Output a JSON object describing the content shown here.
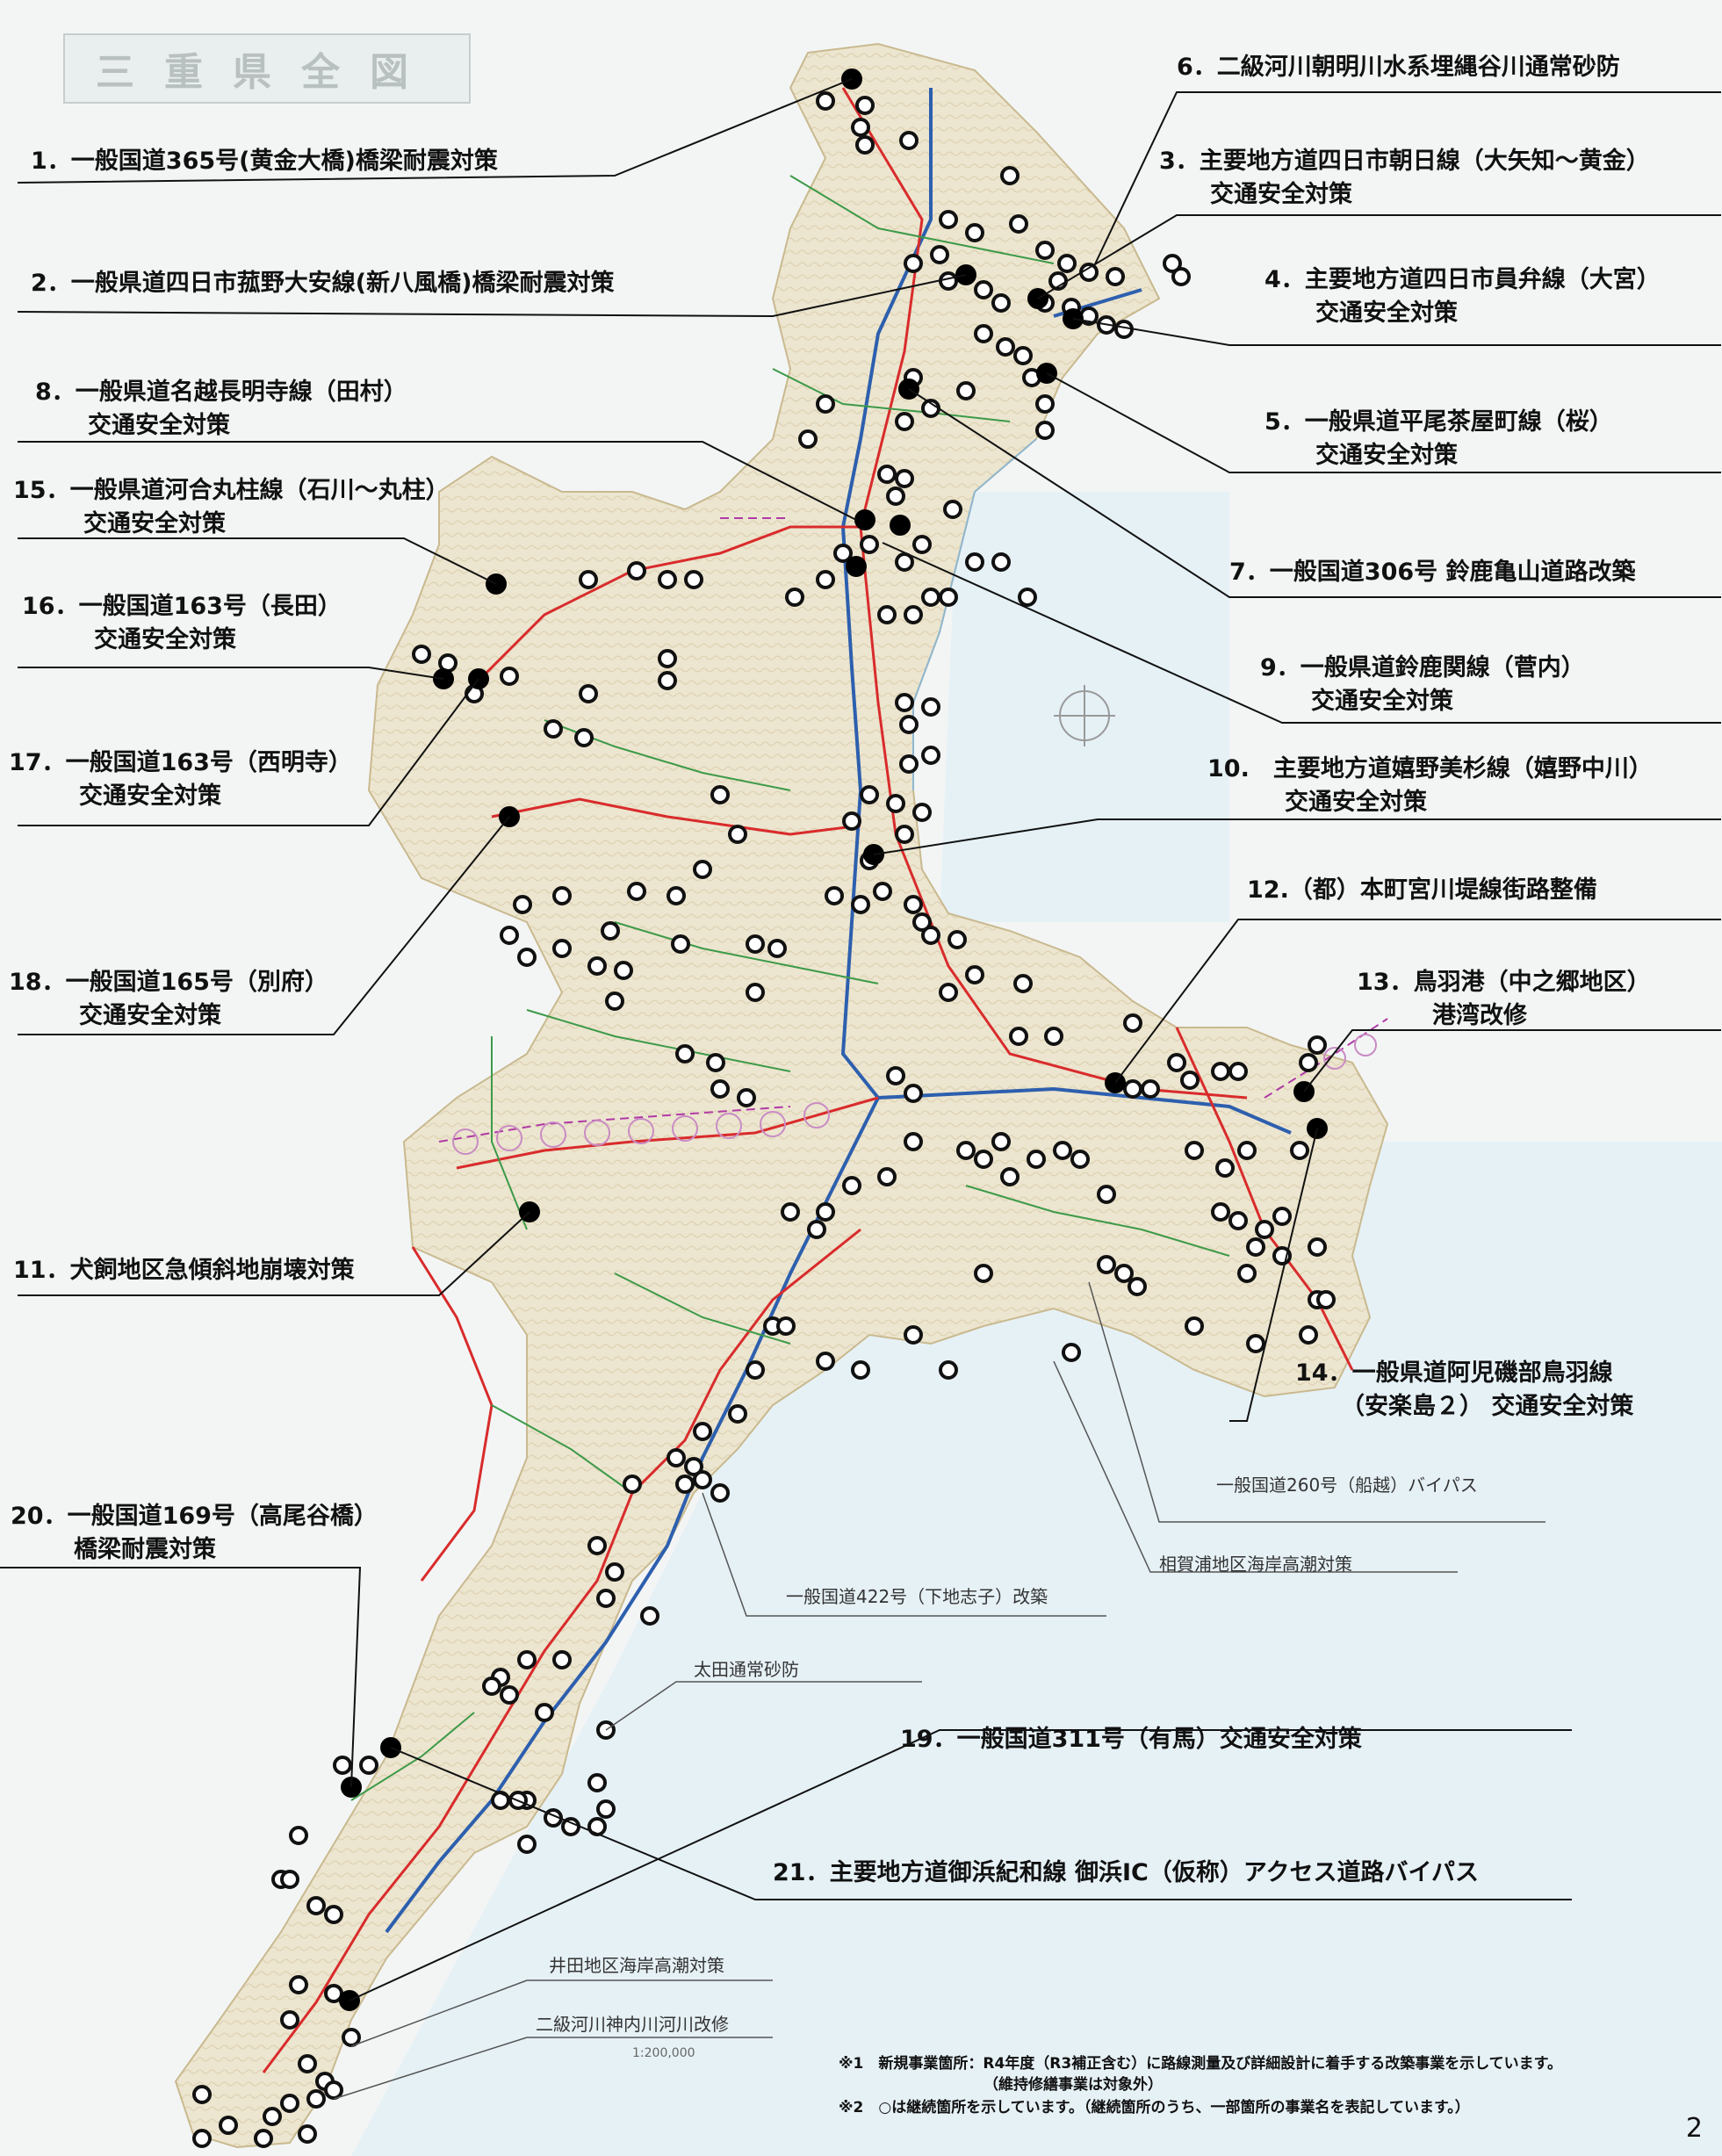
{
  "map_title": "三重県全図",
  "scale": "1:200,000",
  "page_number": "2",
  "colors": {
    "land": "#ece5cf",
    "sea": "#e6f1f6",
    "national_route": "#d92b2b",
    "prefectural_route": "#3c9a48",
    "expressway": "#2d5fae",
    "planned_road": "#b03aa6",
    "new_project_marker": "#000000",
    "continuing_project_marker": "#ffffff"
  },
  "labels": {
    "l1": {
      "line1": "1．一般国道365号(黄金大橋)橋梁耐震対策",
      "line2": ""
    },
    "l2": {
      "line1": "2．一般県道四日市菰野大安線(新八風橋)橋梁耐震対策",
      "line2": ""
    },
    "l3": {
      "line1": "3．主要地方道四日市朝日線（大矢知～黄金）",
      "line2": "交通安全対策"
    },
    "l4": {
      "line1": "4．主要地方道四日市員弁線（大宮）",
      "line2": "交通安全対策"
    },
    "l5": {
      "line1": "5．一般県道平尾茶屋町線（桜）",
      "line2": "交通安全対策"
    },
    "l6": {
      "line1": "6．二級河川朝明川水系埋縄谷川通常砂防",
      "line2": ""
    },
    "l7": {
      "line1": "7．一般国道306号 鈴鹿亀山道路改築",
      "line2": ""
    },
    "l8": {
      "line1": "8．一般県道名越長明寺線（田村）",
      "line2": "交通安全対策"
    },
    "l9": {
      "line1": "9．一般県道鈴鹿関線（菅内）",
      "line2": "交通安全対策"
    },
    "l10": {
      "line1": "10.　主要地方道嬉野美杉線（嬉野中川）",
      "line2": "交通安全対策"
    },
    "l11": {
      "line1": "11．犬飼地区急傾斜地崩壊対策",
      "line2": ""
    },
    "l12": {
      "line1": "12.（都）本町宮川堤線街路整備",
      "line2": ""
    },
    "l13": {
      "line1": "13．鳥羽港（中之郷地区）",
      "line2": "港湾改修"
    },
    "l14": {
      "line1": "14．一般県道阿児磯部鳥羽線",
      "line2": "（安楽島２） 交通安全対策"
    },
    "l15": {
      "line1": "15．一般県道河合丸柱線（石川～丸柱）",
      "line2": "交通安全対策"
    },
    "l16": {
      "line1": "16．一般国道163号（長田）",
      "line2": "交通安全対策"
    },
    "l17": {
      "line1": "17．一般国道163号（西明寺）",
      "line2": "交通安全対策"
    },
    "l18": {
      "line1": "18．一般国道165号（別府）",
      "line2": "交通安全対策"
    },
    "l19": {
      "line1": "19．一般国道311号（有馬）交通安全対策",
      "line2": ""
    },
    "l20": {
      "line1": "20．一般国道169号（高尾谷橋）",
      "line2": "橋梁耐震対策"
    },
    "l21": {
      "line1": "21．主要地方道御浜紀和線 御浜IC（仮称）アクセス道路バイパス",
      "line2": ""
    },
    "s1": "一般国道260号（船越）バイパス",
    "s2": "相賀浦地区海岸高潮対策",
    "s3": "一般国道422号（下地志子）改築",
    "s4": "太田通常砂防",
    "s5": "井田地区海岸高潮対策",
    "s6": "二級河川神内川河川改修"
  },
  "notes": {
    "n1": "※1　新規事業箇所：R4年度（R3補正含む）に路線測量及び詳細設計に着手する改築事業を示しています。",
    "n2": "（維持修繕事業は対象外）",
    "n3": "※2　○は継続箇所を示しています。（継続箇所のうち、一部箇所の事業名を表記しています。）"
  }
}
